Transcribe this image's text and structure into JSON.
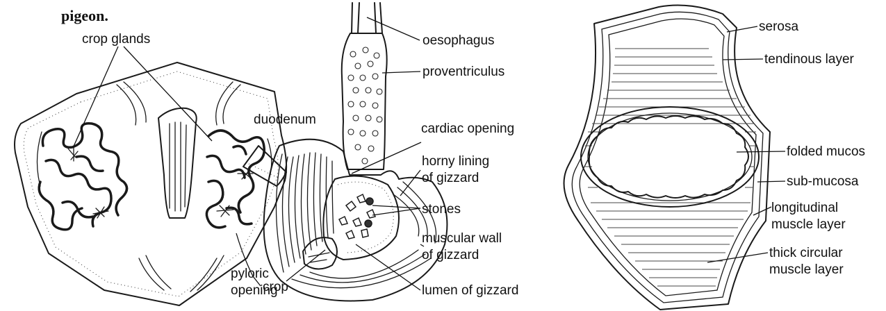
{
  "caption_fragment": "pigeon.",
  "figures": {
    "crop": {
      "labels": {
        "crop_glands": "crop glands",
        "crop": "crop"
      }
    },
    "gizzard": {
      "labels": {
        "oesophagus": "oesophagus",
        "proventriculus": "proventriculus",
        "duodenum": "duodenum",
        "cardiac_opening": "cardiac opening",
        "horny_lining_1": "horny lining",
        "horny_lining_2": "of gizzard",
        "stones": "stones",
        "muscular_wall_1": "muscular wall",
        "muscular_wall_2": "of gizzard",
        "pyloric_opening_1": "pyloric",
        "pyloric_opening_2": "opening",
        "lumen": "lumen of gizzard"
      }
    },
    "cross_section": {
      "labels": {
        "serosa": "serosa",
        "tendinous_layer": "tendinous layer",
        "folded_mucosa": "folded mucos",
        "sub_mucosa": "sub-mucosa",
        "longitudinal_1": "longitudinal",
        "longitudinal_2": "muscle layer",
        "thick_circular_1": "thick circular",
        "thick_circular_2": "muscle layer"
      }
    }
  }
}
